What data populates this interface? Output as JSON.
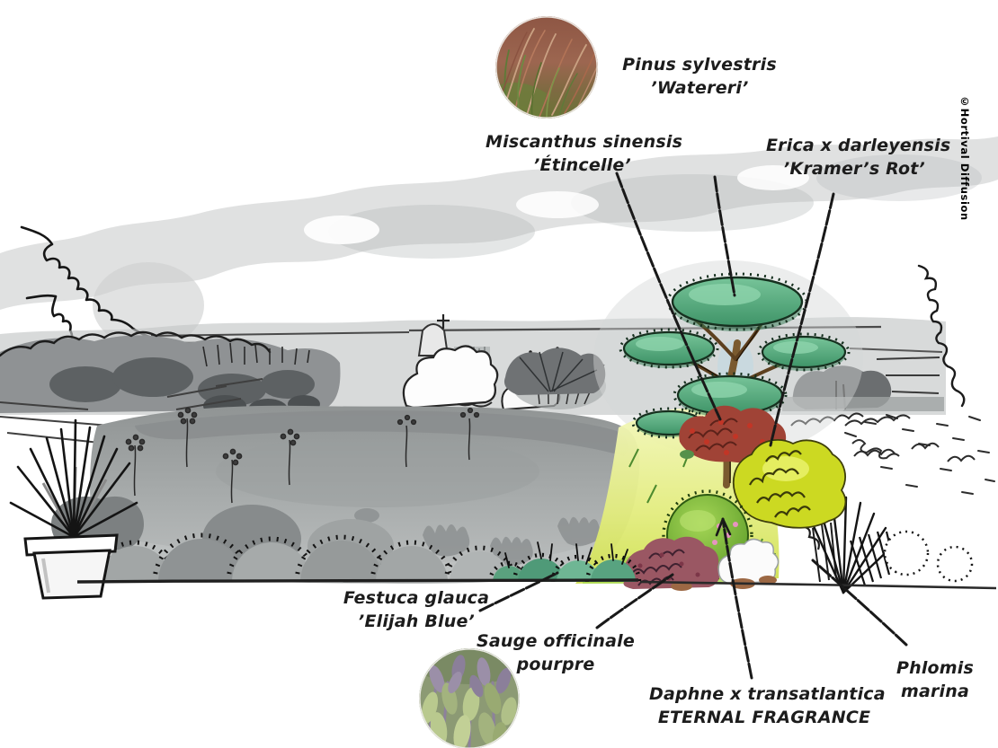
{
  "credit": "©Hortival Diffusion",
  "labels": {
    "miscanthus": {
      "line1": "Miscanthus sinensis",
      "line2": "’Étincelle’"
    },
    "pinus": {
      "line1": "Pinus sylvestris",
      "line2": "’Watereri’"
    },
    "erica": {
      "line1": "Erica x darleyensis",
      "line2": "’Kramer’s Rot’"
    },
    "festuca": {
      "line1": "Festuca glauca",
      "line2": "’Elijah Blue’"
    },
    "sauge": {
      "line1": "Sauge officinale",
      "line2": "pourpre"
    },
    "daphne": {
      "line1": "Daphne x transatlantica",
      "line2": "ETERNAL FRAGRANCE"
    },
    "phlomis": {
      "line1": "Phlomis",
      "line2": "marina"
    }
  },
  "photos": {
    "miscanthus": "miscanthus-grass-photo",
    "sage": "purple-sage-photo"
  },
  "colors": {
    "pine_green": "#4fa878",
    "daphne_green": "#7fbe3a",
    "erica_red": "#a04336",
    "phlomis_yellow": "#ccd922",
    "festuca_teal": "#57a182",
    "sage_purple": "#9a5763",
    "glow_yellow_green": "#d9e962",
    "ink": "#1a1a1a",
    "wash_grey": "#a8a8a8"
  }
}
